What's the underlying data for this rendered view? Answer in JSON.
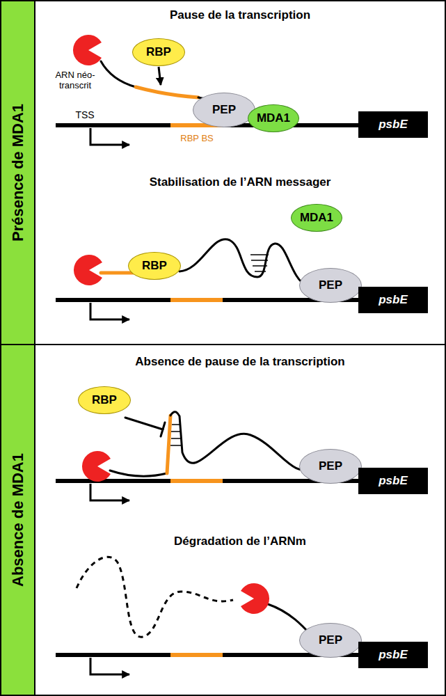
{
  "diagram": {
    "nodes": [
      {
        "text": [
          "Présence de MDA1"
        ]
      },
      {
        "text": [
          "RBP"
        ]
      },
      {
        "text": [
          "PEP"
        ]
      },
      {
        "text": [
          "MDA1"
        ]
      },
      {
        "text": [
          "psbE"
        ]
      },
      {
        "text": [
          "RBP"
        ]
      },
      {
        "text": [
          "MDA1"
        ]
      },
      {
        "text": [
          "PEP"
        ]
      },
      {
        "text": [
          "psbE"
        ]
      },
      {
        "text": [
          "Absence de MDA1"
        ]
      },
      {
        "text": [
          "RBP"
        ]
      },
      {
        "text": [
          "PEP"
        ]
      },
      {
        "text": [
          "psbE"
        ]
      },
      {
        "text": [
          "PEP"
        ]
      },
      {
        "text": [
          "psbE"
        ]
      }
    ],
    "labels": [
      "Pause de la transcription",
      "ARN néo-transcrit",
      "TSS",
      "RBP BS",
      "Stabilisation de l’ARN messager",
      "Absence de pause de la transcription",
      "Dégradation de l’ARNm"
    ]
  }
}
